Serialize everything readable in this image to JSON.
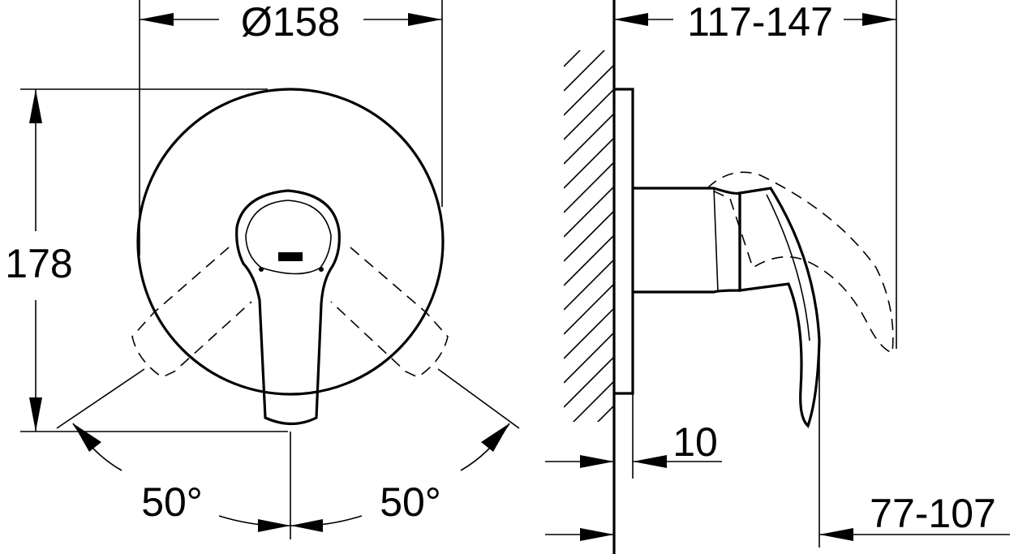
{
  "dimensions": {
    "diameter": "Ø158",
    "height": "178",
    "angle_left": "50°",
    "angle_right": "50°",
    "depth_range": "117-147",
    "plate_thickness": "10",
    "handle_range": "77-107"
  },
  "colors": {
    "line": "#000000",
    "background": "#ffffff"
  }
}
